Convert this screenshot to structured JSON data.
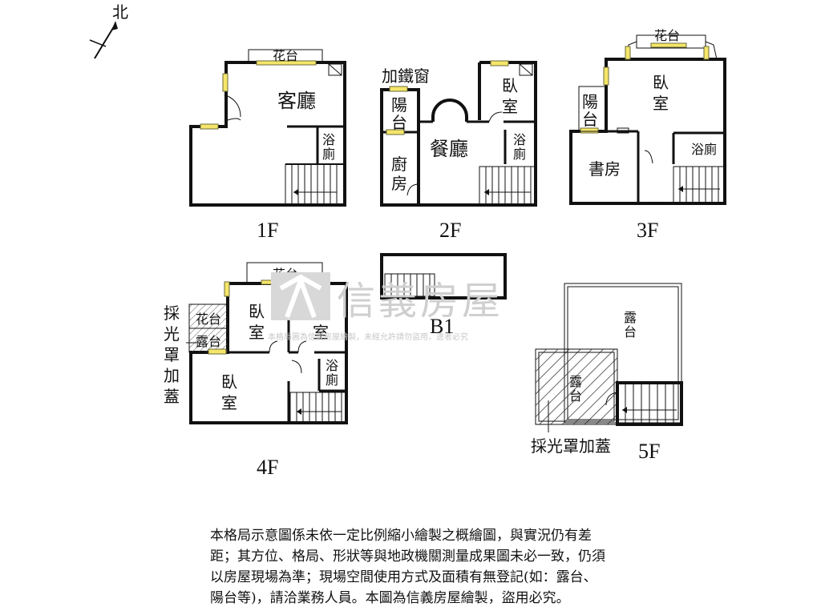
{
  "compass": {
    "label": "北"
  },
  "watermark": {
    "brand": "信義房屋",
    "notice": "本格局圖為信義房屋繪製，未經允許請勿盜用，違者必究"
  },
  "floors": {
    "f1": {
      "name": "1F",
      "rooms": {
        "planter": "花台",
        "living": "客廳",
        "bath_a": "浴",
        "bath_b": "廁"
      }
    },
    "f2": {
      "name": "2F",
      "rooms": {
        "iron_window": "加鐵窗",
        "balcony_a": "陽",
        "balcony_b": "台",
        "kitchen_a": "廚",
        "kitchen_b": "房",
        "dining": "餐廳",
        "bedroom_a": "臥",
        "bedroom_b": "室",
        "bath_a": "浴",
        "bath_b": "廁"
      }
    },
    "f3": {
      "name": "3F",
      "rooms": {
        "planter": "花台",
        "balcony_a": "陽",
        "balcony_b": "台",
        "bedroom_a": "臥",
        "bedroom_b": "室",
        "study": "書房",
        "bath": "浴廁"
      }
    },
    "b1": {
      "name": "B1"
    },
    "f4": {
      "name": "4F",
      "rooms": {
        "skylight_a": "採",
        "skylight_b": "光",
        "skylight_c": "罩",
        "skylight_d": "加",
        "skylight_e": "蓋",
        "planter": "花台",
        "planter_side": "花台",
        "terrace_side": "露台",
        "bed1_a": "臥",
        "bed1_b": "室",
        "bed2_a": "臥",
        "bed2_b": "室",
        "bed3_a": "臥",
        "bed3_b": "室",
        "bath_a": "浴",
        "bath_b": "廁"
      }
    },
    "f5": {
      "name": "5F",
      "rooms": {
        "terrace1_a": "露",
        "terrace1_b": "台",
        "terrace2_a": "露",
        "terrace2_b": "台",
        "skylight": "採光罩加蓋"
      }
    }
  },
  "disclaimer": {
    "lines": [
      "本格局示意圖係未依一定比例縮小繪製之概繪圖，與實況仍有差",
      "距；其方位、格局、形狀等與地政機關測量成果圖未必一致，仍須",
      "以房屋現場為準；現場空間使用方式及面積有無登記(如：露台、",
      "陽台等)，請洽業務人員。本圖為信義房屋繪製，盜用必究。"
    ]
  }
}
